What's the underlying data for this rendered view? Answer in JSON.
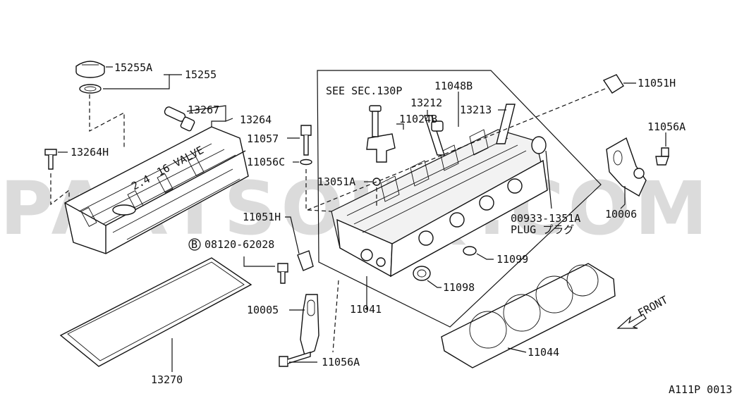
{
  "watermark": "PARTSOUQ.COM",
  "figure_code": "A111P 0013",
  "front_label": "FRONT",
  "see_section": "SEE SEC.130P",
  "valve_cover_text": "16 VALVE",
  "valve_cover_logo": "2.4",
  "bolt_symbol": "B",
  "labels": {
    "p15255A": "15255A",
    "p15255": "15255",
    "p13267": "13267",
    "p13264": "13264",
    "p13264H": "13264H",
    "p11057": "11057",
    "p11056C": "11056C",
    "p13051A": "13051A",
    "p11051H_left": "11051H",
    "p08120": "08120-62028",
    "p10005": "10005",
    "p11041": "11041",
    "p11056A_bottom": "11056A",
    "p13270": "13270",
    "p11024B": "11024B",
    "p13212": "13212",
    "p11048B": "11048B",
    "p13213": "13213",
    "p11051H_right": "11051H",
    "p11056A_right": "11056A",
    "p10006": "10006",
    "p00933": "00933-1351A",
    "plug": "PLUG プラグ",
    "p11099": "11099",
    "p11098": "11098",
    "p11044": "11044"
  }
}
